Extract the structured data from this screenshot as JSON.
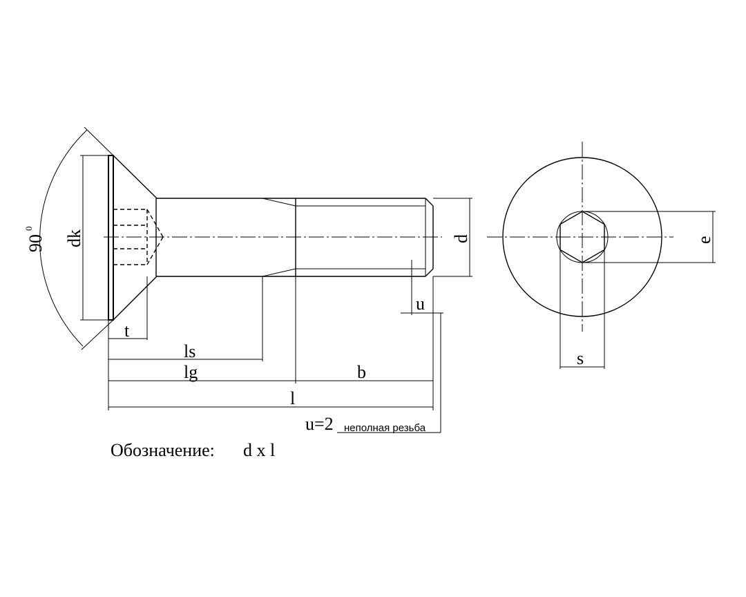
{
  "labels": {
    "angle": "90",
    "angle_unit": "0",
    "dk": "dk",
    "t": "t",
    "ls": "ls",
    "lg": "lg",
    "b": "b",
    "l": "l",
    "d": "d",
    "u": "u",
    "s": "s",
    "e": "e"
  },
  "thread_note": {
    "value": "u=2",
    "text": "неполная резьба"
  },
  "designation": {
    "label": "Обозначение:",
    "formula": "d x l"
  }
}
